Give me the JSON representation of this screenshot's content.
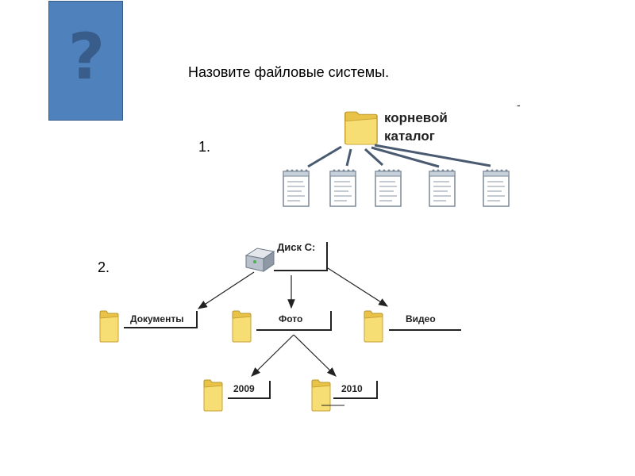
{
  "slide": {
    "question_icon": "question-mark-icon",
    "title": "Назовите файловые системы.",
    "marker": "-"
  },
  "diagram1": {
    "number": "1.",
    "root_line1": "корневой",
    "root_line2": "каталог",
    "file_icon": "document-icon",
    "file_count": 5
  },
  "diagram2": {
    "number": "2.",
    "drive": "Диск С:",
    "drive_icon": "hard-drive-icon",
    "folders": {
      "docs": "Документы",
      "photo": "Фото",
      "video": "Видео",
      "y2009": "2009",
      "y2010": "2010"
    }
  },
  "colors": {
    "question_box": "#4f81bd",
    "question_mark": "#385d8a",
    "folder": "#f2d25f",
    "connector": "#4a5a70"
  }
}
